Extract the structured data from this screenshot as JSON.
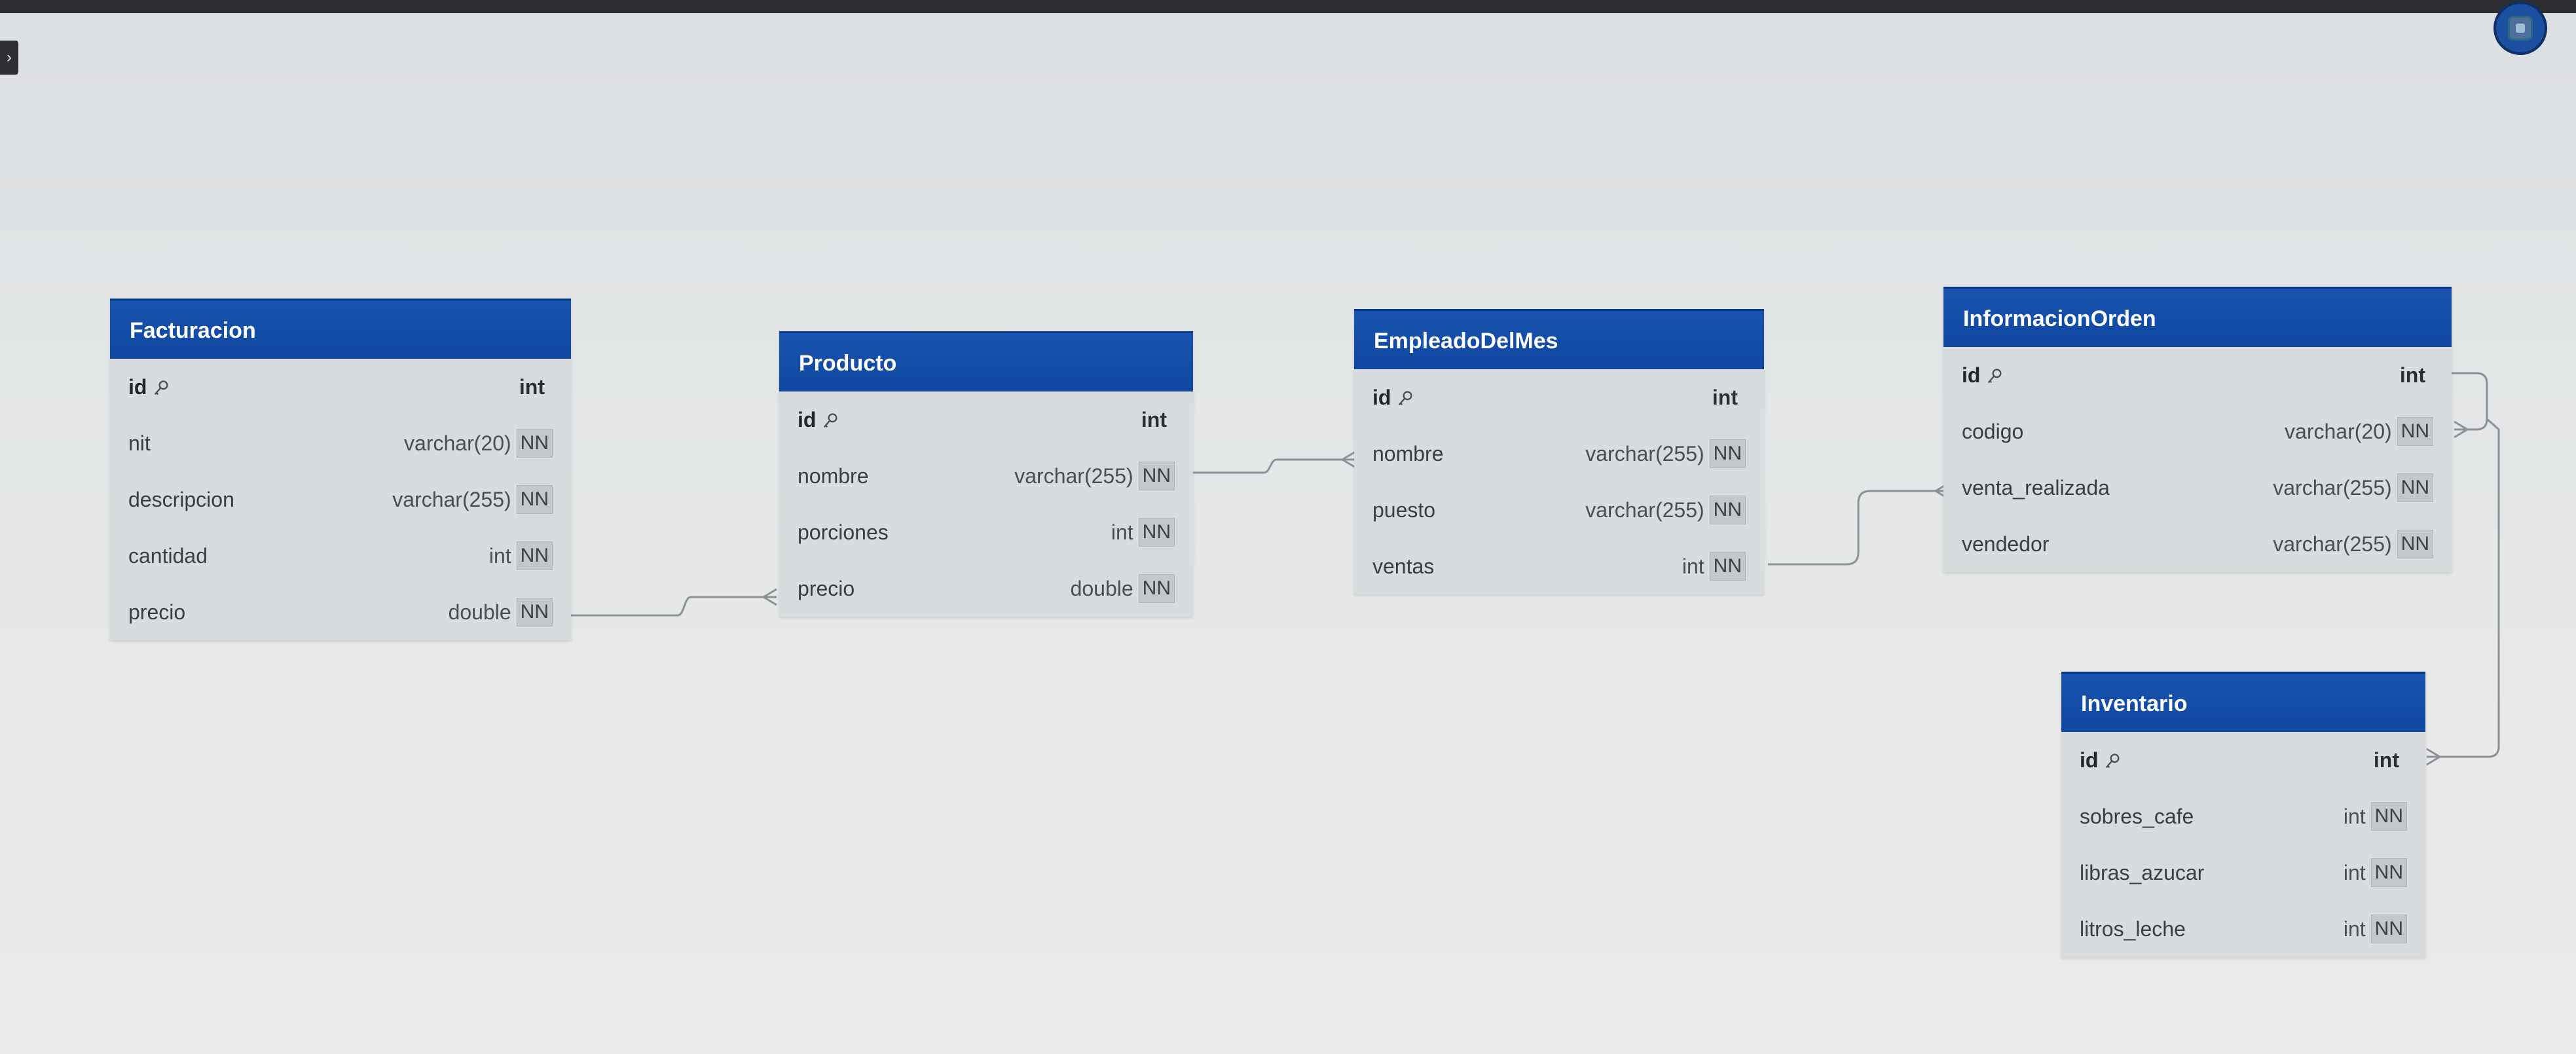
{
  "tables": [
    {
      "name": "Facturacion",
      "fields": [
        {
          "name": "id",
          "type": "int",
          "pk": true,
          "nn": ""
        },
        {
          "name": "nit",
          "type": "varchar(20)",
          "pk": false,
          "nn": "NN"
        },
        {
          "name": "descripcion",
          "type": "varchar(255)",
          "pk": false,
          "nn": "NN"
        },
        {
          "name": "cantidad",
          "type": "int",
          "pk": false,
          "nn": "NN"
        },
        {
          "name": "precio",
          "type": "double",
          "pk": false,
          "nn": "NN"
        }
      ]
    },
    {
      "name": "Producto",
      "fields": [
        {
          "name": "id",
          "type": "int",
          "pk": true,
          "nn": ""
        },
        {
          "name": "nombre",
          "type": "varchar(255)",
          "pk": false,
          "nn": "NN"
        },
        {
          "name": "porciones",
          "type": "int",
          "pk": false,
          "nn": "NN"
        },
        {
          "name": "precio",
          "type": "double",
          "pk": false,
          "nn": "NN"
        }
      ]
    },
    {
      "name": "EmpleadoDelMes",
      "fields": [
        {
          "name": "id",
          "type": "int",
          "pk": true,
          "nn": ""
        },
        {
          "name": "nombre",
          "type": "varchar(255)",
          "pk": false,
          "nn": "NN"
        },
        {
          "name": "puesto",
          "type": "varchar(255)",
          "pk": false,
          "nn": "NN"
        },
        {
          "name": "ventas",
          "type": "int",
          "pk": false,
          "nn": "NN"
        }
      ]
    },
    {
      "name": "InformacionOrden",
      "fields": [
        {
          "name": "id",
          "type": "int",
          "pk": true,
          "nn": ""
        },
        {
          "name": "codigo",
          "type": "varchar(20)",
          "pk": false,
          "nn": "NN"
        },
        {
          "name": "venta_realizada",
          "type": "varchar(255)",
          "pk": false,
          "nn": "NN"
        },
        {
          "name": "vendedor",
          "type": "varchar(255)",
          "pk": false,
          "nn": "NN"
        }
      ]
    },
    {
      "name": "Inventario",
      "fields": [
        {
          "name": "id",
          "type": "int",
          "pk": true,
          "nn": ""
        },
        {
          "name": "sobres_cafe",
          "type": "int",
          "pk": false,
          "nn": "NN"
        },
        {
          "name": "libras_azucar",
          "type": "int",
          "pk": false,
          "nn": "NN"
        },
        {
          "name": "litros_leche",
          "type": "int",
          "pk": false,
          "nn": "NN"
        }
      ]
    }
  ],
  "relationships": [
    {
      "from": "Facturacion.precio",
      "to": "Producto.precio"
    },
    {
      "from": "Producto.nombre",
      "to": "EmpleadoDelMes.nombre"
    },
    {
      "from": "EmpleadoDelMes.ventas",
      "to": "InformacionOrden.venta_realizada"
    },
    {
      "from": "InformacionOrden.id",
      "to": "InformacionOrden.codigo"
    },
    {
      "from": "InformacionOrden.id",
      "to": "Inventario.id"
    }
  ],
  "colors": {
    "header": "#1251a8",
    "body": "#d9dcdf",
    "line": "#8c9097",
    "canvas": "#e5e7e7"
  },
  "icons": {
    "key": "key-icon",
    "expand": "chevron-right-icon",
    "avatar": "user-avatar-icon"
  }
}
